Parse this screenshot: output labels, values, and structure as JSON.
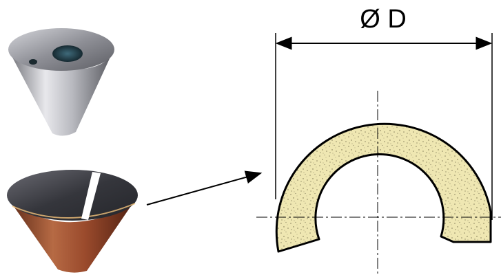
{
  "dimension": {
    "label": "Ø D"
  },
  "colors": {
    "background": "#ffffff",
    "abrasive_fill": "#efe7b2",
    "abrasive_speckle": "#8a8360",
    "outline": "#000000",
    "steel_light": "#e3e3e6",
    "steel_dark": "#55565c",
    "copper": "#9a4a2c"
  },
  "parts": [
    {
      "name": "cone-nozzle-steel",
      "finish": "steel"
    },
    {
      "name": "cone-nozzle-split",
      "finish": "copper"
    }
  ]
}
